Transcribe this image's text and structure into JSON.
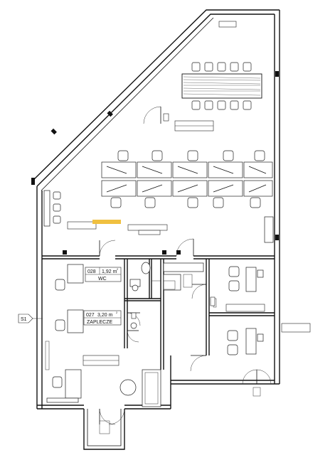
{
  "rooms": {
    "wc": {
      "number": "028",
      "area": "1,92 m",
      "sup": "2",
      "name": "WC"
    },
    "zaplecze": {
      "number": "027",
      "area": "3,20 m",
      "sup": "2",
      "name": "ZAPLECZE"
    },
    "section_marker": "S1"
  },
  "colors": {
    "line": "#111111",
    "highlight": "#f0c040",
    "background": "#ffffff"
  }
}
